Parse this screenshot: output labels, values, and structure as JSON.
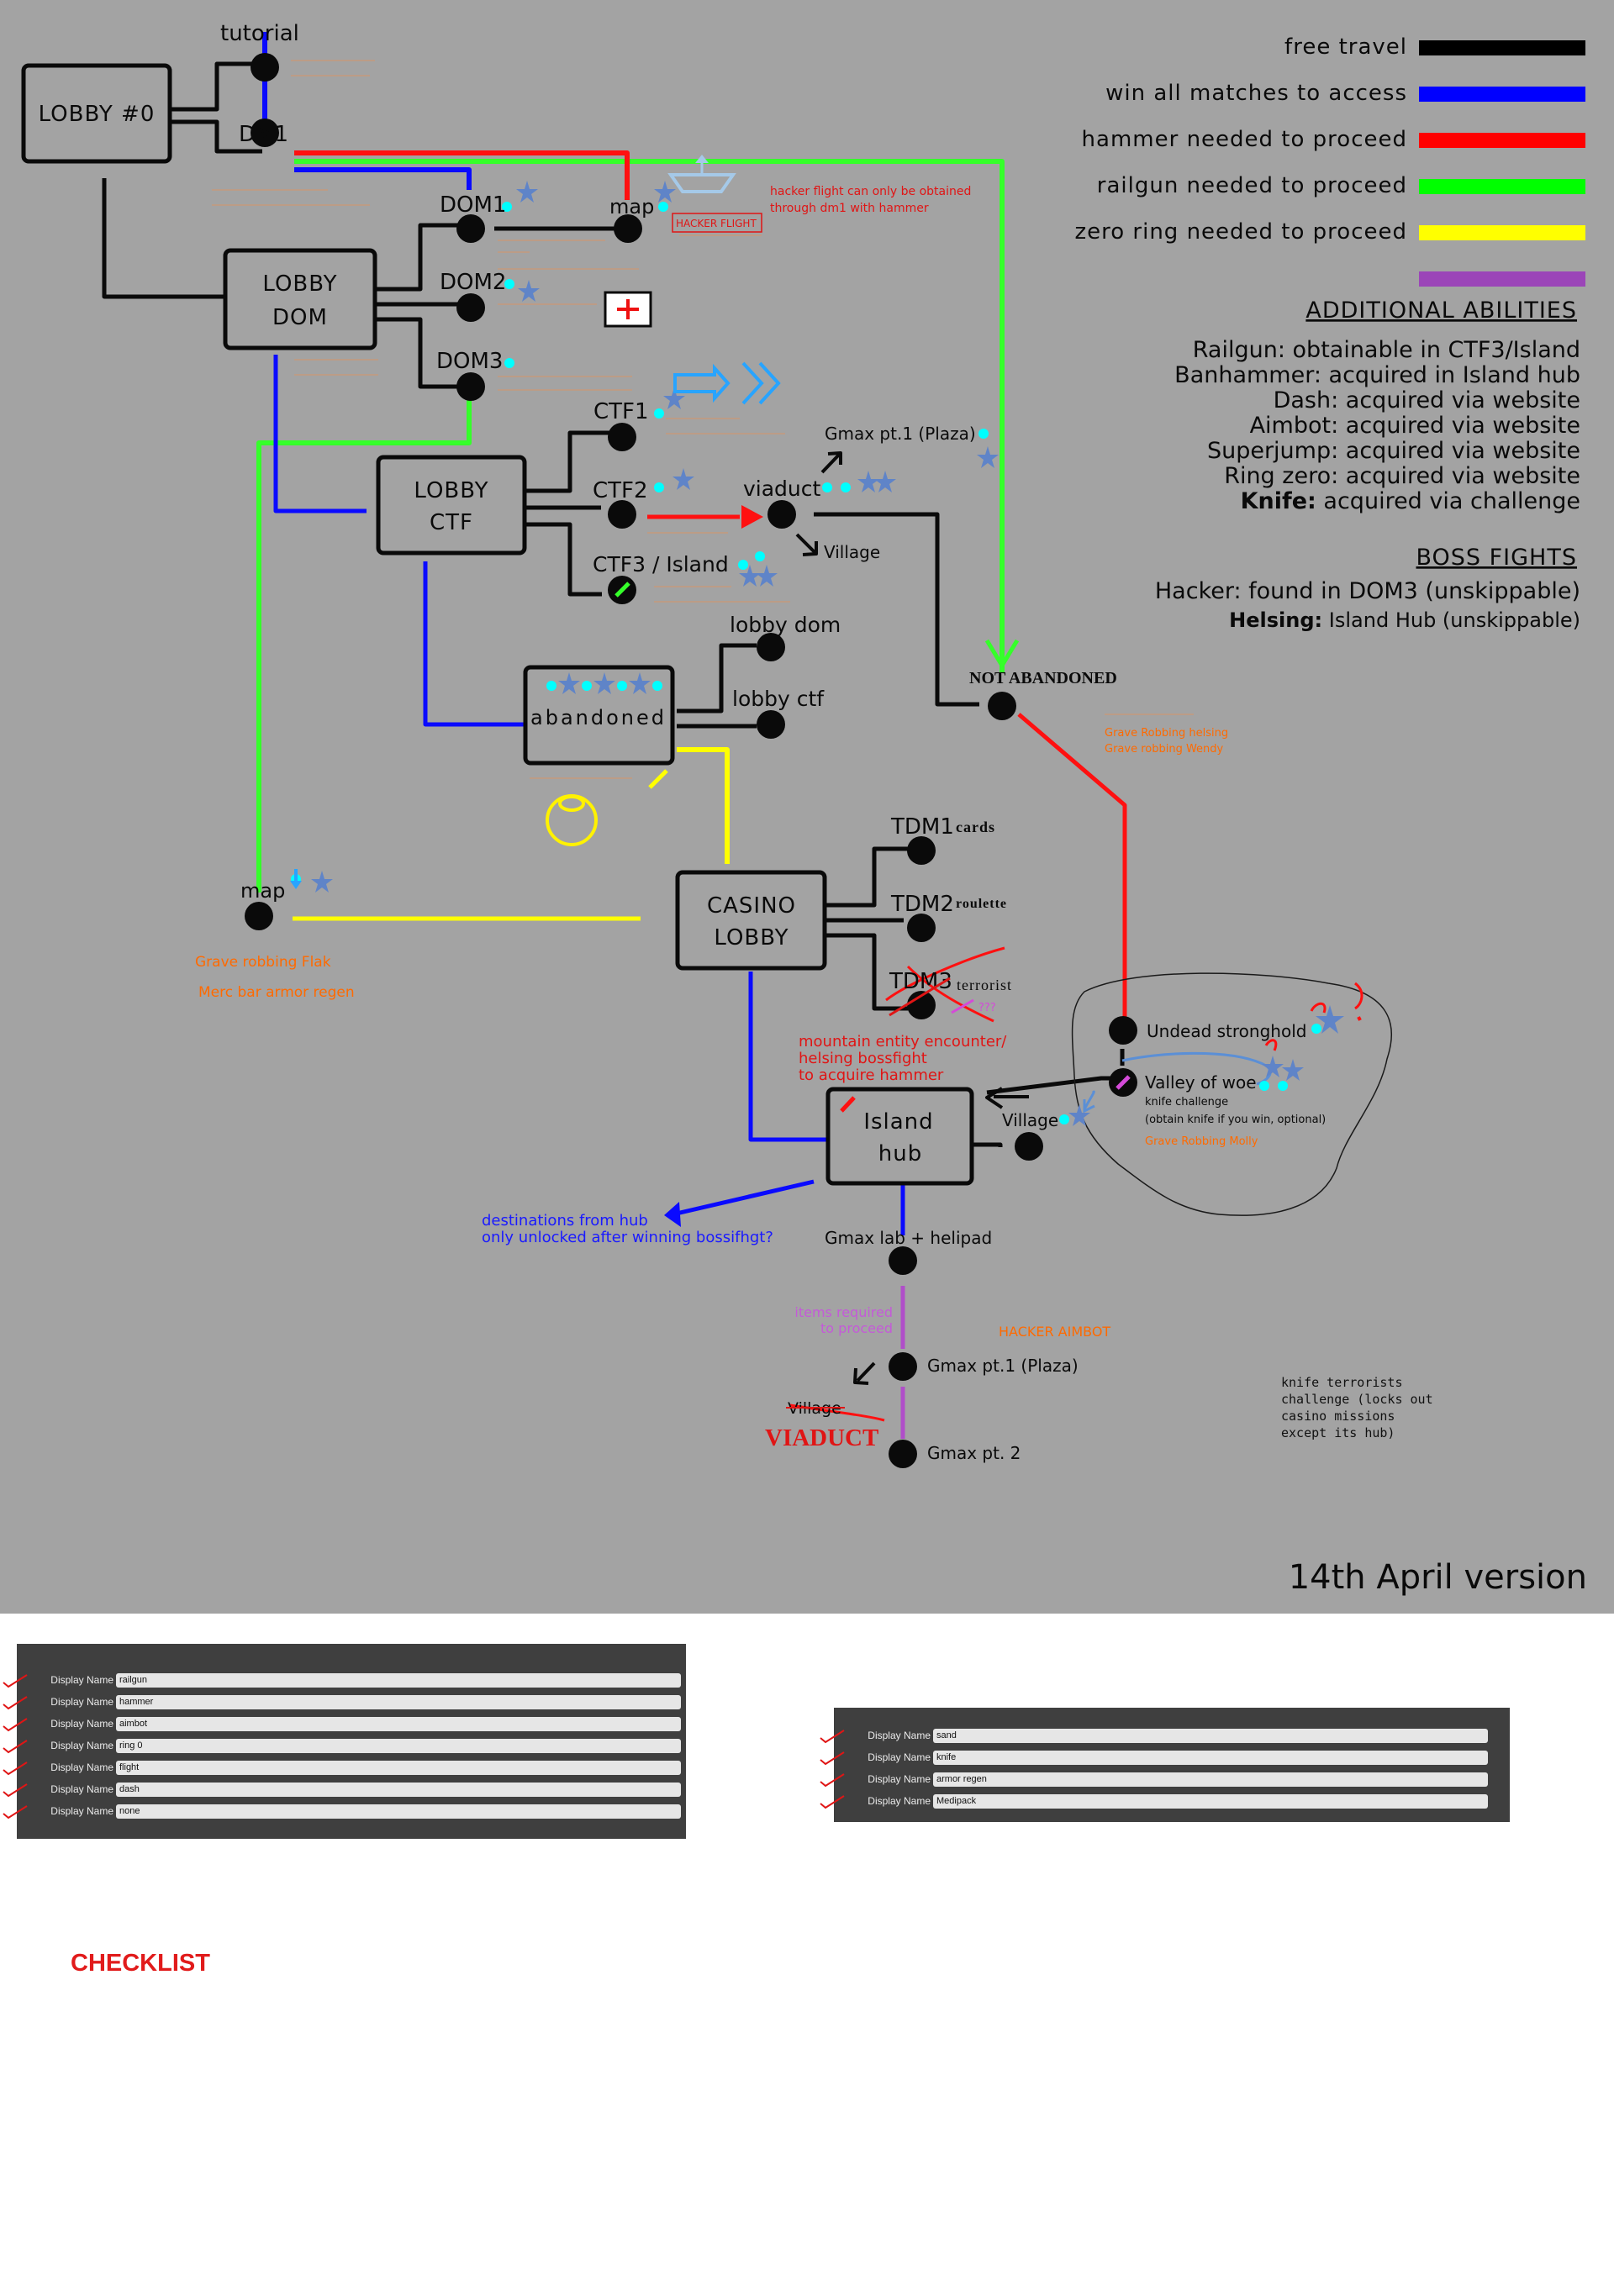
{
  "legend": {
    "items": [
      {
        "label": "free travel",
        "color": "#000000"
      },
      {
        "label": "win all matches to access",
        "color": "#0000ff"
      },
      {
        "label": "hammer needed to proceed",
        "color": "#ff0000"
      },
      {
        "label": "railgun needed to proceed",
        "color": "#00ff00"
      },
      {
        "label": "zero ring needed to proceed",
        "color": "#ffff00"
      },
      {
        "label": "",
        "color": "#9b45b8"
      }
    ]
  },
  "abilities": {
    "title": "ADDITIONAL ABILITIES",
    "items": [
      {
        "name": "Railgun:",
        "desc": "obtainable in CTF3/Island"
      },
      {
        "name": "Banhammer:",
        "desc": "acquired in  Island hub"
      },
      {
        "name": "Dash:",
        "desc": "acquired via website"
      },
      {
        "name": "Aimbot:",
        "desc": "acquired via website"
      },
      {
        "name": "Superjump:",
        "desc": "acquired via website"
      },
      {
        "name": "Ring zero:",
        "desc": "acquired via website"
      },
      {
        "name": "Knife:",
        "desc": "acquired via challenge"
      }
    ]
  },
  "boss": {
    "title": "BOSS FIGHTS",
    "hacker": "Hacker: found in DOM3 (unskippable)",
    "helsing_name": "Helsing:",
    "helsing_desc": "Island Hub (unskippable)"
  },
  "boxes": {
    "lobby0": "LOBBY #0",
    "lobbydom_1": "LOBBY",
    "lobbydom_2": "DOM",
    "lobbyctf_1": "LOBBY",
    "lobbyctf_2": "CTF",
    "abandoned": "abandoned",
    "casino_1": "CASINO",
    "casino_2": "LOBBY",
    "island_1": "Island",
    "island_2": "hub"
  },
  "nodes": {
    "tutorial": "tutorial",
    "dm1": "DM1",
    "dom1": "DOM1",
    "map1": "map",
    "dom2": "DOM2",
    "dom3": "DOM3",
    "ctf1": "CTF1",
    "ctf2": "CTF2",
    "ctf3": "CTF3 / Island",
    "viaduct": "viaduct",
    "gmax_plaza_top": "Gmax pt.1 (Plaza)",
    "village_top": "Village",
    "not_abandoned": "NOT ABANDONED",
    "lobby_dom": "lobby dom",
    "lobby_ctf": "lobby ctf",
    "map2": "map",
    "tdm1": "TDM1",
    "tdm1_note": "cards",
    "tdm2": "TDM2",
    "tdm2_note": "roulette",
    "tdm3": "TDM3",
    "tdm3_note": "terrorist",
    "tdm3_q": "???",
    "undead": "Undead stronghold",
    "valley": "Valley of woe",
    "valley_note1": "knife challenge",
    "valley_note2": "(obtain knife if you win, optional)",
    "village_island": "Village",
    "gmax_lab": "Gmax lab + helipad",
    "gmax_pt1": "Gmax pt.1 (Plaza)",
    "gmax_pt2": "Gmax pt. 2",
    "village_struck": "Village",
    "viaduct_red": "VIADUCT"
  },
  "notes": {
    "hacker_flight_1": "hacker flight can only be obtained",
    "hacker_flight_2": "through dm1 with hammer",
    "hacker_flight_box": "HACKER FLIGHT",
    "map2_note1": "Grave robbing Flak",
    "map2_note2": "Merc bar armor regen",
    "notab_1": "Grave Robbing helsing",
    "notab_2": "Grave robbing Wendy",
    "valley_grave": "Grave Robbing Molly",
    "mountain_1": "mountain entity encounter/",
    "mountain_2": "helsing bossfight",
    "mountain_3": "to acquire hammer",
    "destinations_1": "destinations from hub",
    "destinations_2": "only unlocked after winning bossifhgt?",
    "items_req_1": "items required",
    "items_req_2": "to proceed",
    "hacker_aimbot": "HACKER AIMBOT",
    "knife_1": "knife terrorists",
    "knife_2": "challenge (locks out",
    "knife_3": "casino missions",
    "knife_4": "except its hub)",
    "version": "14th April version"
  },
  "panel_left": {
    "field_label": "Display Name",
    "values": [
      "railgun",
      "hammer",
      "aimbot",
      "ring 0",
      "flight",
      "dash",
      "none"
    ]
  },
  "panel_right": {
    "field_label": "Display Name",
    "values": [
      "sand",
      "knife",
      "armor regen",
      "Medipack"
    ]
  },
  "checklist": "CHECKLIST"
}
